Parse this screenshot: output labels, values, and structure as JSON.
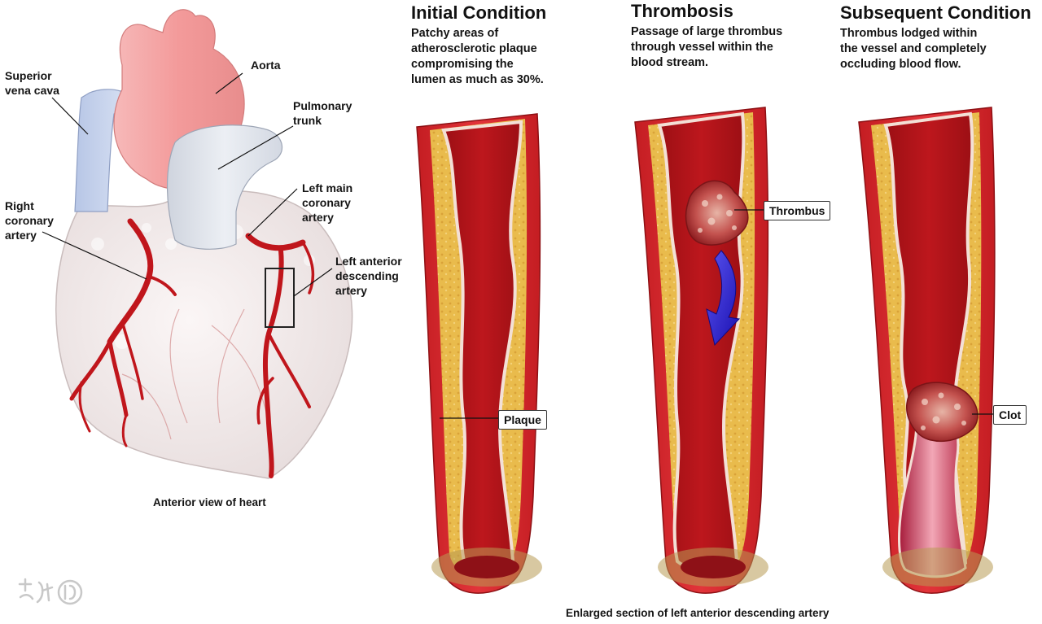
{
  "heart": {
    "labels": {
      "superior_vena_cava": "Superior\nvena cava",
      "aorta": "Aorta",
      "pulmonary_trunk": "Pulmonary\ntrunk",
      "right_coronary_artery": "Right\ncoronary\nartery",
      "left_main_coronary_artery": "Left main\ncoronary\nartery",
      "left_anterior_descending_artery": "Left anterior\ndescending\nartery"
    },
    "caption": "Anterior view of heart"
  },
  "panels": [
    {
      "title": "Initial Condition",
      "description": "Patchy areas of\natherosclerotic plaque\ncompromising the\nlumen as much as 30%.",
      "callout": "Plaque"
    },
    {
      "title": "Thrombosis",
      "description": "Passage of large thrombus\nthrough vessel within the\nblood stream.",
      "callout": "Thrombus"
    },
    {
      "title": "Subsequent Condition",
      "description": "Thrombus lodged within\nthe vessel and completely\noccluding blood flow.",
      "callout": "Clot"
    }
  ],
  "bottom_caption": "Enlarged section of left anterior descending artery",
  "colors": {
    "artery_wall": "#d8262b",
    "artery_wall_dark": "#a5161b",
    "lumen_blood": "#b5141a",
    "plaque": "#e8b94a",
    "intima": "#f3e0d6",
    "heart_tissue": "#f4ecec",
    "aorta": "#f0a8a8",
    "vena_cava": "#c9d6ee",
    "pulmonary_trunk": "#dfe3ea",
    "coronary": "#c0161c",
    "flow_arrow": "#3a2bd6"
  },
  "icons": {
    "flow_arrow": "curved-down-arrow-icon",
    "watermark": "watermark-logo"
  }
}
